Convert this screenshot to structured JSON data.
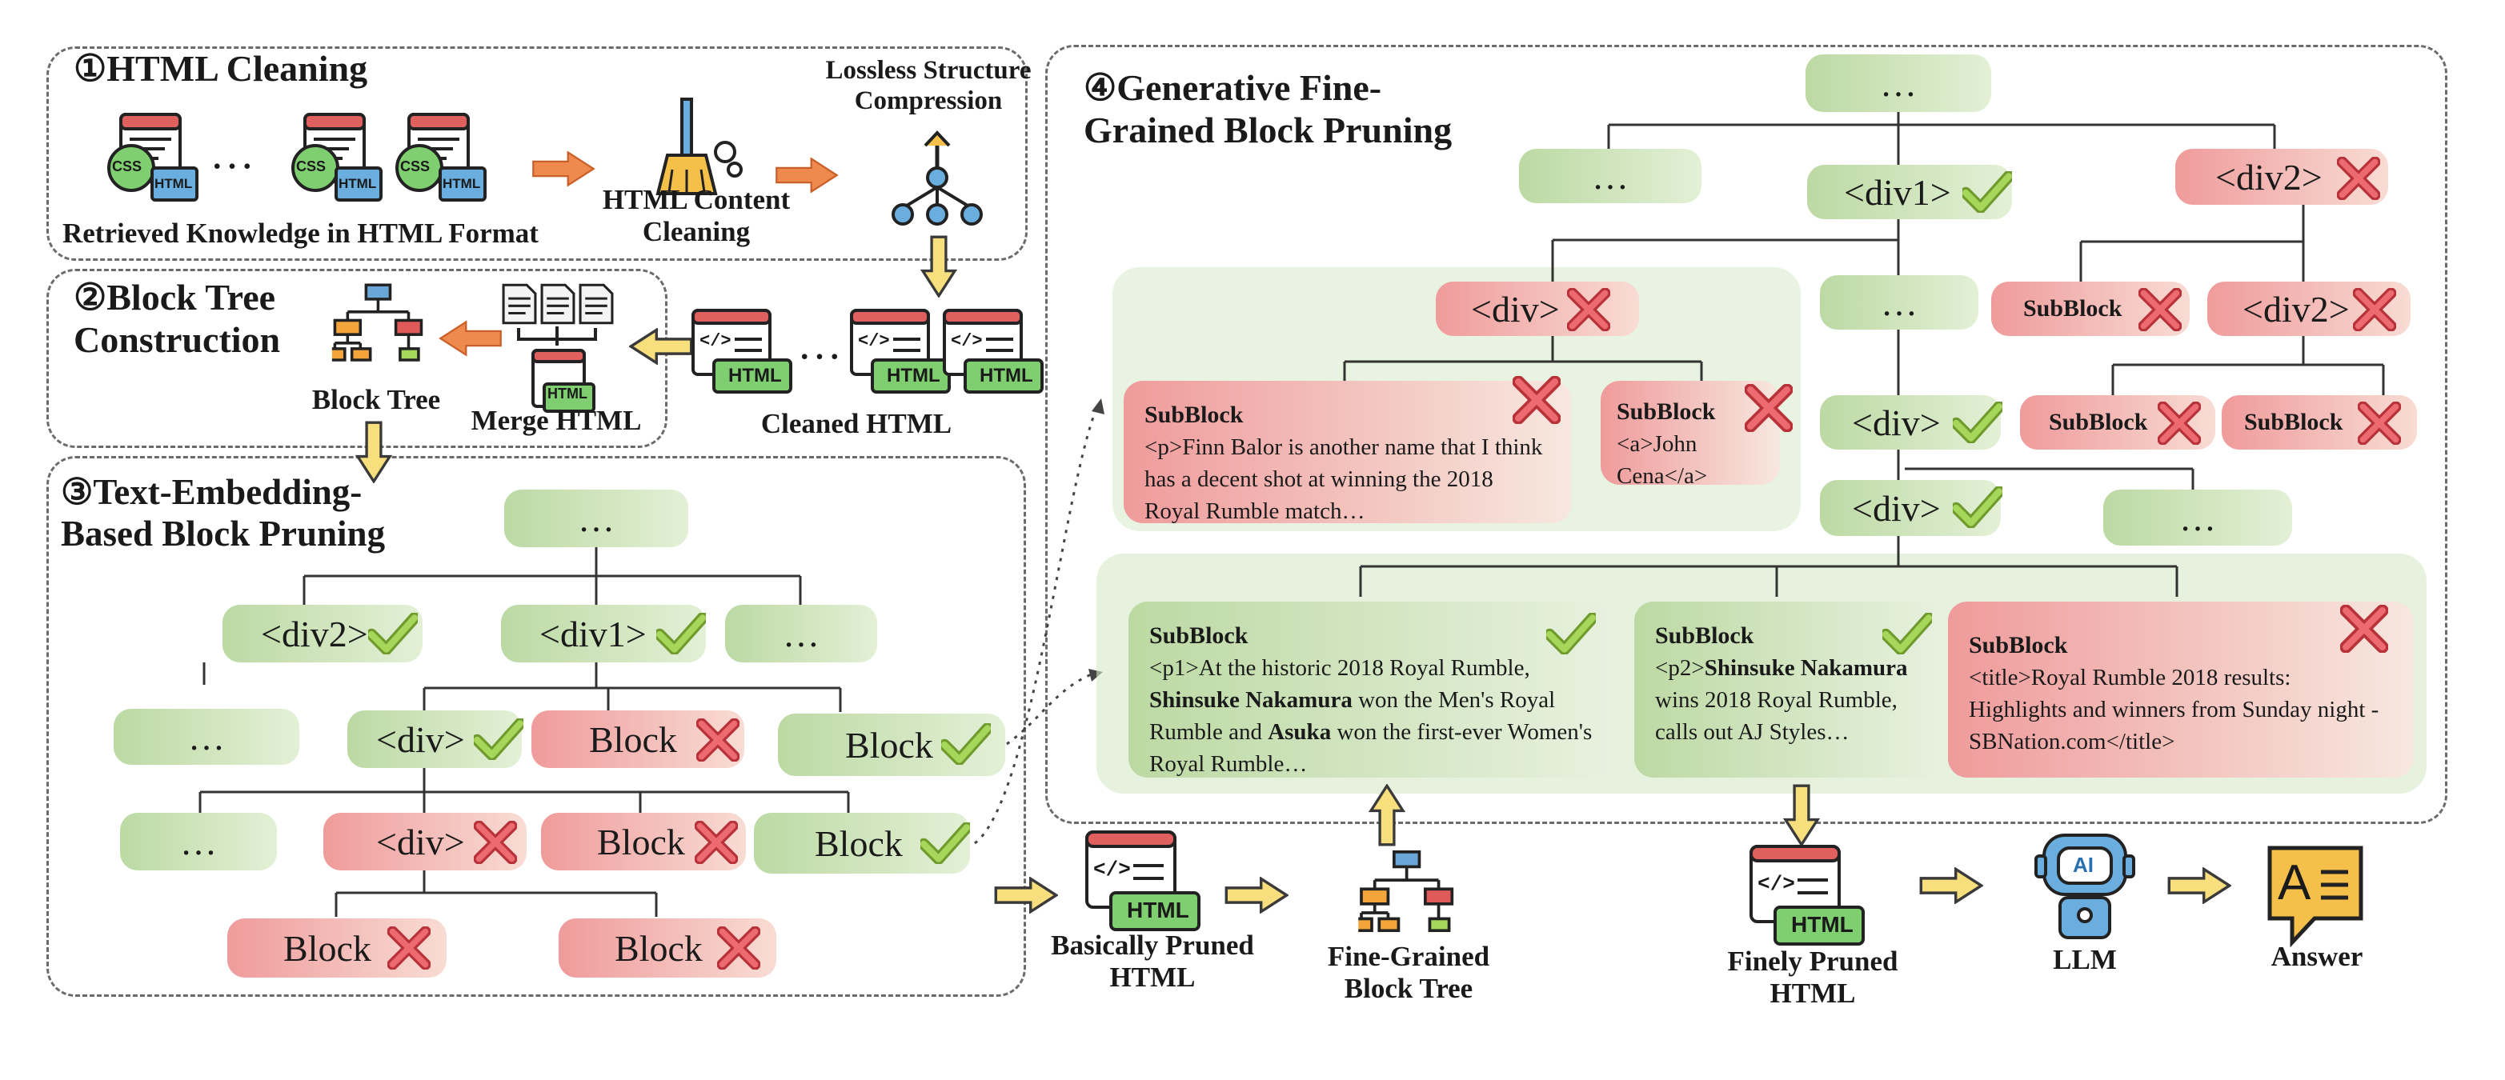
{
  "panel1": {
    "title": "①HTML Cleaning",
    "dots": "…",
    "caption": "Retrieved Knowledge in HTML Format",
    "cleaning_label": "HTML Content\nCleaning",
    "compression_label": "Lossless Structure\nCompression",
    "css_label": "CSS",
    "html_label": "HTML"
  },
  "panel2": {
    "title": "②Block Tree\nConstruction",
    "block_tree_label": "Block Tree",
    "merge_label": "Merge HTML",
    "cleaned_label": "Cleaned HTML",
    "dots": "…",
    "html_label": "HTML",
    "code_label": "</>"
  },
  "panel3": {
    "title": "③Text-Embedding-\nBased Block Pruning",
    "nodes": [
      "…",
      "<div2>",
      "<div1>",
      "…",
      "…",
      "<div>",
      "Block",
      "Block",
      "…",
      "<div>",
      "Block",
      "Block",
      "Block",
      "Block"
    ]
  },
  "panel4": {
    "title": "④Generative Fine-\nGrained Block Pruning",
    "top_nodes": [
      "…",
      "…",
      "<div1>",
      "<div2>"
    ],
    "mid_nodes": [
      "<div>",
      "…",
      "SubBlock",
      "<div2>",
      "SubBlock",
      "SubBlock",
      "<div>",
      "<div>",
      "…"
    ],
    "subblocks": [
      {
        "head": "SubBlock",
        "body": "<p>Finn Balor is another name that I think has a decent shot at winning the 2018 Royal Rumble match…"
      },
      {
        "head": "SubBlock",
        "body": "<a>John Cena</a>"
      },
      {
        "head": "SubBlock",
        "pre": "<p1>At the historic 2018 Royal Rumble, ",
        "b1": "Shinsuke Nakamura",
        "mid": " won the Men's Royal Rumble and ",
        "b2": "Asuka",
        "post": " won the first-ever Women's Royal Rumble…"
      },
      {
        "head": "SubBlock",
        "pre": "<p2>",
        "b1": "Shinsuke Nakamura",
        "post": " wins 2018 Royal Rumble, calls out AJ Styles…"
      },
      {
        "head": "SubBlock",
        "body": "<title>Royal Rumble 2018 results: Highlights and winners from Sunday night - SBNation.com</title>"
      }
    ]
  },
  "bottom": {
    "basic_label": "Basically Pruned\nHTML",
    "fine_tree_label": "Fine-Grained\nBlock Tree",
    "finely_label": "Finely Pruned\nHTML",
    "llm_label": "LLM",
    "answer_label": "Answer",
    "ai_label": "AI",
    "answer_glyph": "A"
  },
  "colors": {
    "green_node": "#bcd9a3",
    "red_node": "#ef9b9b",
    "check": "#8cc63f",
    "cross": "#e0505a",
    "arrow_orange": "#e8763a",
    "arrow_yellow": "#f5d76e"
  }
}
